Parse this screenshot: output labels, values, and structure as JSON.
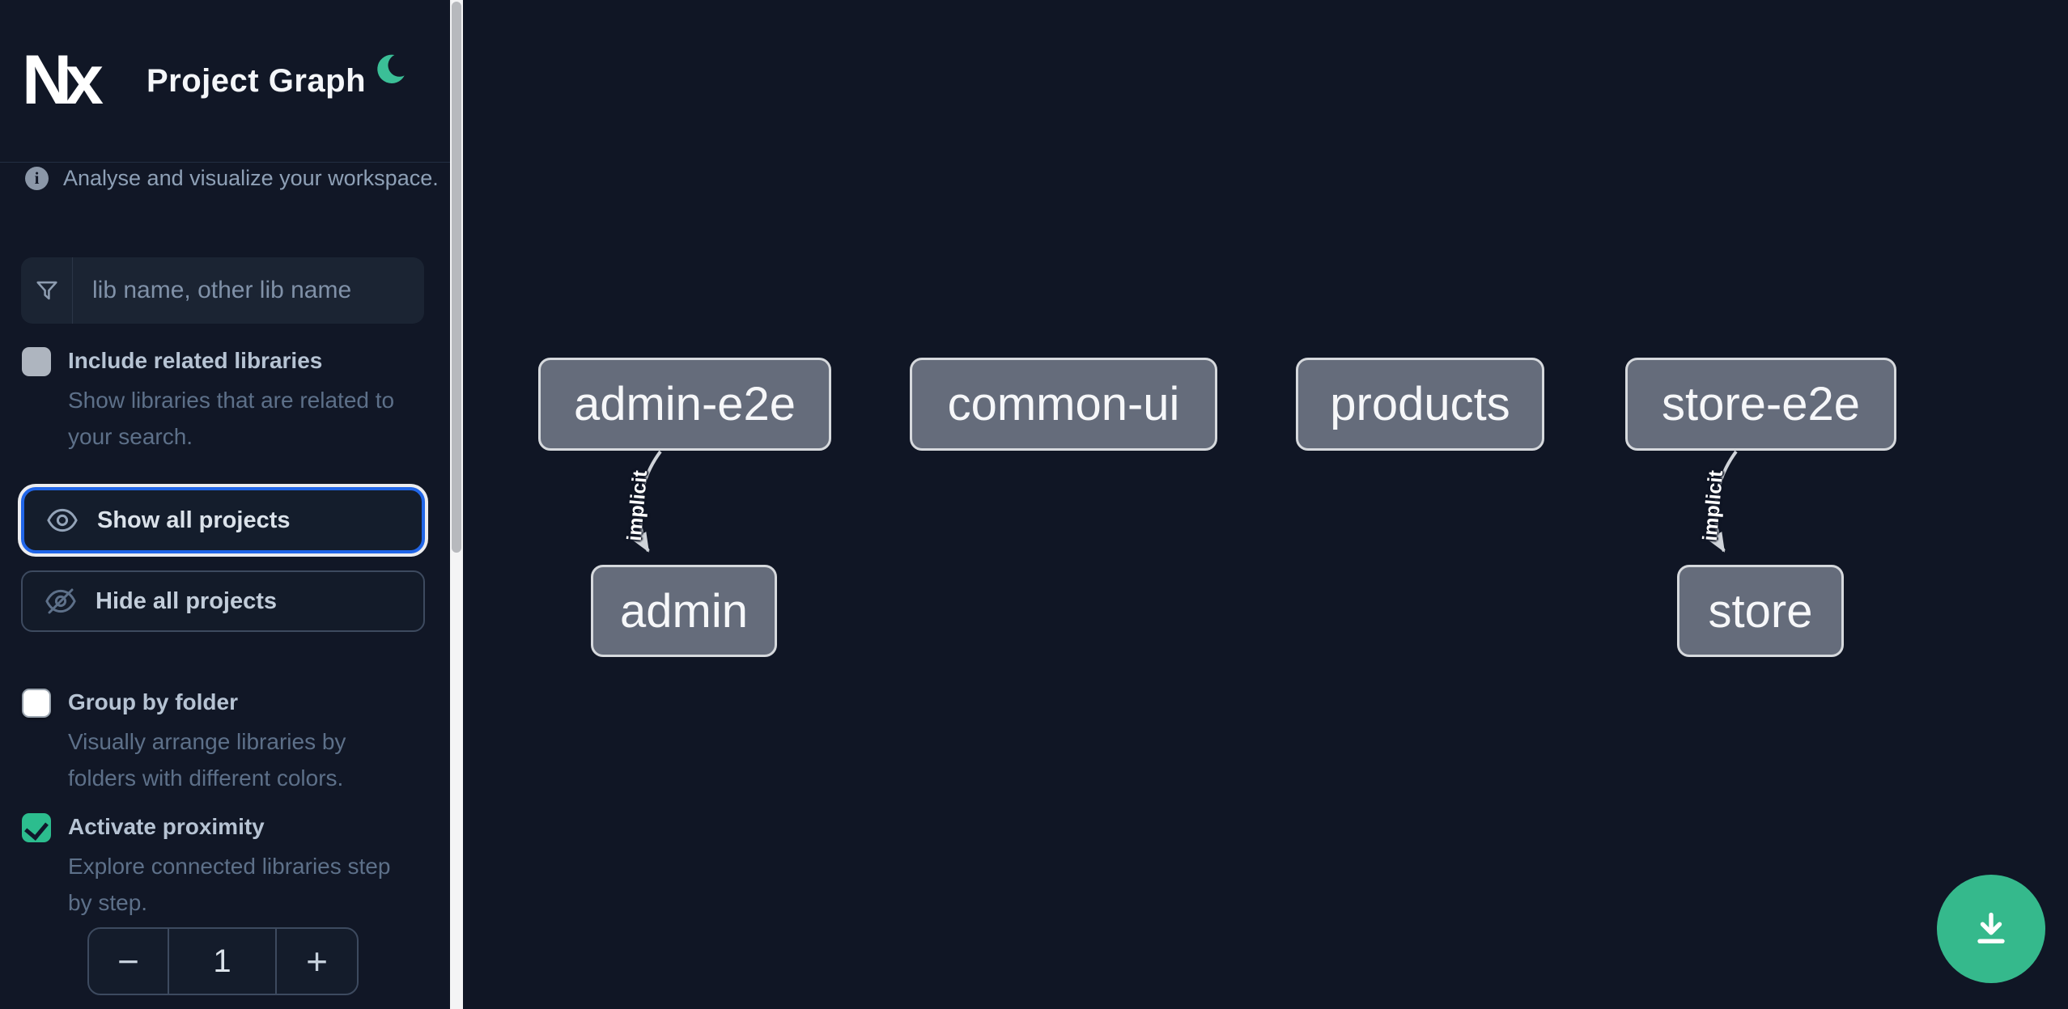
{
  "app": {
    "logo_text": "Nx",
    "title": "Project Graph"
  },
  "theme": {
    "accent_green": "#34bb90",
    "focus_blue": "#2166e8",
    "sidebar_bg": "#111726",
    "canvas_bg": "#101625",
    "node_fill": "#656c7b",
    "node_border": "#d6d9dd"
  },
  "sidebar": {
    "tagline": "Analyse and visualize your workspace.",
    "search": {
      "placeholder": "lib name, other lib name",
      "value": ""
    },
    "options": [
      {
        "label": "Include related libraries",
        "description": "Show libraries that are related to your search.",
        "checked": false,
        "state": "disabled"
      },
      {
        "label": "Group by folder",
        "description": "Visually arrange libraries by folders with different colors.",
        "checked": false,
        "state": "enabled"
      },
      {
        "label": "Activate proximity",
        "description": "Explore connected libraries step by step.",
        "checked": true,
        "state": "enabled"
      }
    ],
    "actions": [
      {
        "label": "Show all projects",
        "icon": "eye-icon",
        "focused": true
      },
      {
        "label": "Hide all projects",
        "icon": "eye-off-icon",
        "focused": false
      }
    ],
    "proximity_stepper": {
      "decrement": "−",
      "value": "1",
      "increment": "+"
    }
  },
  "graph": {
    "nodes": [
      {
        "label": "admin-e2e"
      },
      {
        "label": "common-ui"
      },
      {
        "label": "products"
      },
      {
        "label": "store-e2e"
      },
      {
        "label": "admin"
      },
      {
        "label": "store"
      }
    ],
    "edges": [
      {
        "from": "admin-e2e",
        "to": "admin",
        "label": "implicit"
      },
      {
        "from": "store-e2e",
        "to": "store",
        "label": "implicit"
      }
    ]
  },
  "fab": {
    "action": "download"
  }
}
